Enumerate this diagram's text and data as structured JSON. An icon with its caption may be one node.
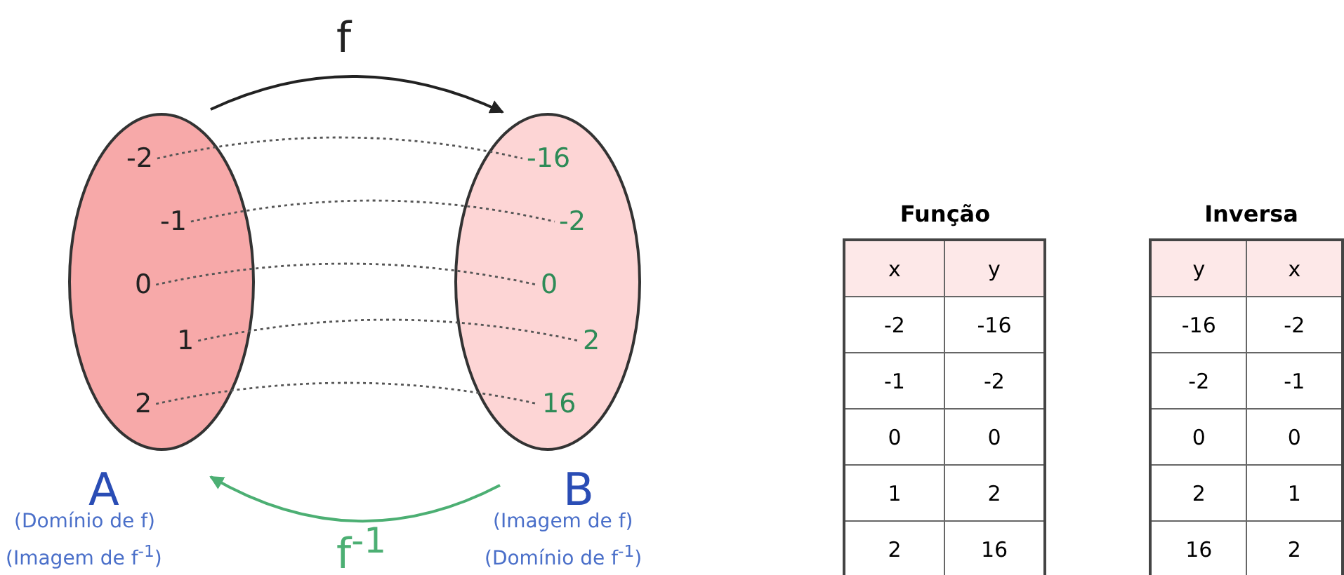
{
  "diagram": {
    "nodes": [
      {
        "text": [
          "A",
          "(Domínio de f)",
          "(Imagem de f$^{-1}$)"
        ]
      },
      {
        "text": [
          "B",
          "(Imagem de f)",
          "(Domínio de f$^{-1}$)"
        ]
      },
      {
        "text": [
          "-2"
        ],
        "in": 0
      },
      {
        "text": [
          "-1"
        ],
        "in": 0
      },
      {
        "text": [
          "0"
        ],
        "in": 0
      },
      {
        "text": [
          "1"
        ],
        "in": 0
      },
      {
        "text": [
          "2"
        ],
        "in": 0
      },
      {
        "text": [
          "-16"
        ],
        "in": 1
      },
      {
        "text": [
          "-2"
        ],
        "in": 1
      },
      {
        "text": [
          "0"
        ],
        "in": 1
      },
      {
        "text": [
          "2"
        ],
        "in": 1
      },
      {
        "text": [
          "16"
        ],
        "in": 1
      }
    ],
    "edges": [
      {
        "from": 2,
        "to": 7,
        "arrow": "none",
        "style": "dashed"
      },
      {
        "from": 3,
        "to": 8,
        "arrow": "none",
        "style": "dashed"
      },
      {
        "from": 4,
        "to": 9,
        "arrow": "none",
        "style": "dashed"
      },
      {
        "from": 5,
        "to": 10,
        "arrow": "none",
        "style": "dashed"
      },
      {
        "from": 6,
        "to": 11,
        "arrow": "none",
        "style": "dashed"
      },
      {
        "from": 0,
        "to": 1,
        "arrow": "to",
        "label": "f"
      },
      {
        "from": 1,
        "to": 0,
        "arrow": "to",
        "label": "f$^{-1}$",
        "color": "#4caf73"
      }
    ],
    "labels": [
      "Função",
      "x",
      "y",
      "-2",
      "-16",
      "-1",
      "-2",
      "0",
      "0",
      "1",
      "2",
      "2",
      "16",
      "Inversa",
      "y",
      "x",
      "-16",
      "-2",
      "-2",
      "-1",
      "0",
      "0",
      "2",
      "1",
      "16",
      "2"
    ]
  }
}
